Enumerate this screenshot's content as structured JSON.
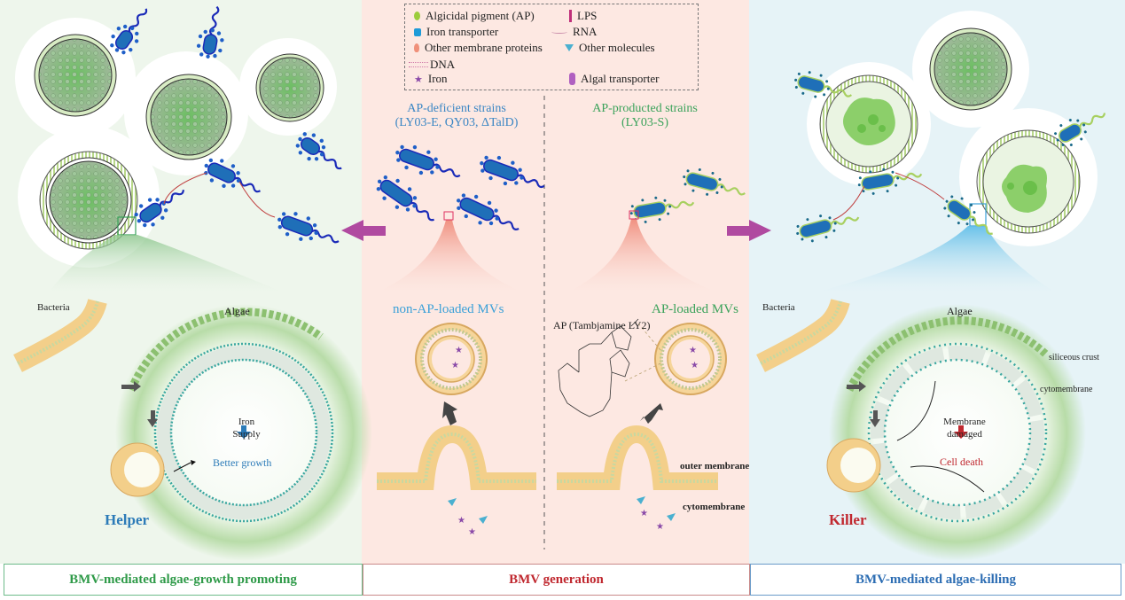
{
  "legend": {
    "items": [
      {
        "icon": "algicidal-pigment-icon",
        "label": "Algicidal pigment (AP)",
        "color": "#9ccc3c"
      },
      {
        "icon": "lps-icon",
        "label": "LPS",
        "color": "#c0307a"
      },
      {
        "icon": "iron-transporter-icon",
        "label": "Iron transporter",
        "color": "#1f9bd8"
      },
      {
        "icon": "rna-icon",
        "label": "RNA",
        "color": "#c88aa8"
      },
      {
        "icon": "other-membrane-proteins-icon",
        "label": "Other membrane proteins",
        "color": "#f0907a"
      },
      {
        "icon": "other-molecules-icon",
        "label": "Other molecules",
        "color": "#4ab0d0"
      },
      {
        "icon": "dna-icon",
        "label": "DNA",
        "color": "#d07aa8"
      },
      {
        "icon": "iron-icon",
        "label": "Iron",
        "color": "#8a4aa8"
      },
      {
        "icon": "algal-transporter-icon",
        "label": "Algal transporter",
        "color": "#b060c0"
      }
    ]
  },
  "middle": {
    "deficient_title": "AP-deficient strains",
    "deficient_strains": "(LY03-E, QY03, ΔTalD)",
    "producing_title": "AP-producted strains",
    "producing_strains": "(LY03-S)",
    "non_ap_mvs": "non-AP-loaded MVs",
    "ap_mvs": "AP-loaded MVs",
    "ap_compound": "AP (Tambjamine LY2)",
    "outer_membrane": "outer membrane",
    "cytomembrane": "cytomembrane"
  },
  "left": {
    "bacteria": "Bacteria",
    "algae": "Algae",
    "iron_supply": "Iron Supply",
    "result": "Better growth",
    "role": "Helper"
  },
  "right": {
    "bacteria": "Bacteria",
    "algae": "Algae",
    "siliceous_crust": "siliceous crust",
    "cytomembrane": "cytomembrane",
    "membrane_damaged": "Membrane damaged",
    "result": "Cell death",
    "role": "Killer"
  },
  "footer": {
    "left": "BMV-mediated algae-growth promoting",
    "middle": "BMV generation",
    "right": "BMV-mediated algae-killing"
  },
  "colors": {
    "helper": "#2c7bb8",
    "killer": "#c0282f",
    "arrow": "#b04aa0",
    "bacteria_deficient": "#1f6fb8",
    "bacteria_producing": "#1f6fb8"
  }
}
